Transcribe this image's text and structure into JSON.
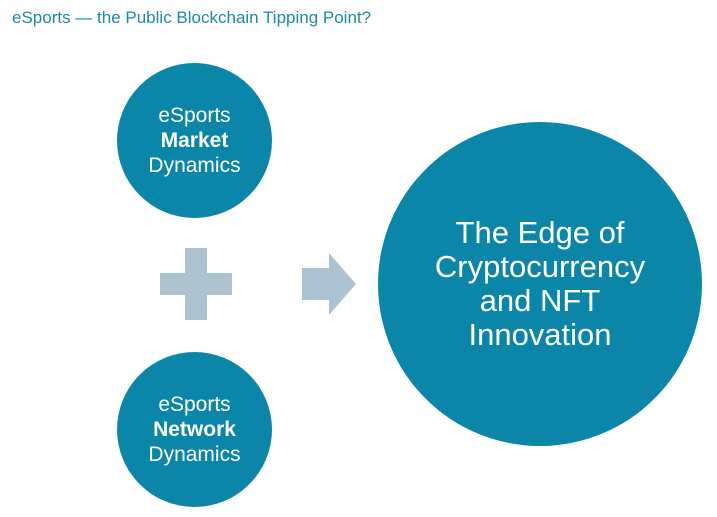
{
  "header": {
    "title": "eSports — the Public Blockchain Tipping Point?"
  },
  "diagram": {
    "market_circle": {
      "line1": "eSports",
      "line2": "Market",
      "line3": "Dynamics"
    },
    "network_circle": {
      "line1": "eSports",
      "line2": "Network",
      "line3": "Dynamics"
    },
    "result_circle": {
      "line1": "The Edge of",
      "line2": "Cryptocurrency",
      "line3": "and NFT",
      "line4": "Innovation"
    },
    "plus_icon": "plus-icon",
    "arrow_icon": "arrow-right-icon"
  },
  "colors": {
    "accent": "#0b86a8",
    "title": "#1b8aa8",
    "connector": "#adc3d2"
  }
}
